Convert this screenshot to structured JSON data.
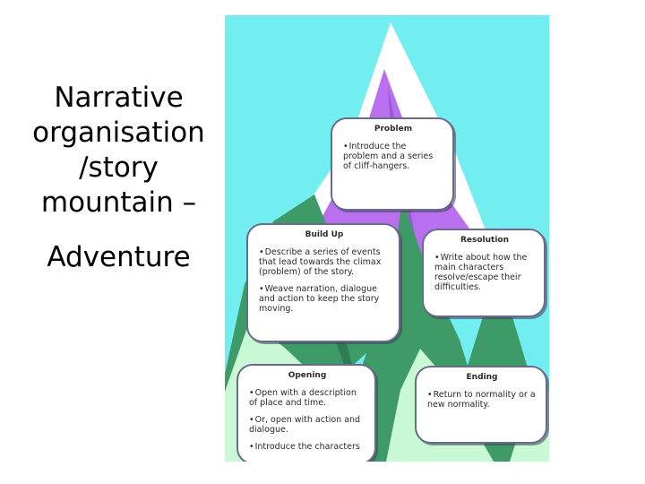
{
  "title": {
    "line1": "Narrative",
    "line2": "organisation",
    "line3": "/story",
    "line4": "mountain –",
    "line5": "Adventure"
  },
  "colors": {
    "sky": "#73eef0",
    "snow": "#ffffff",
    "purple": "#b86ff0",
    "green": "#3e9a66",
    "mint": "#c8f8d4",
    "card_border": "#6a6a8a"
  },
  "stages": {
    "problem": {
      "heading": "Problem",
      "points": [
        "Introduce the problem and a series of cliff-hangers."
      ]
    },
    "build_up": {
      "heading": "Build Up",
      "points": [
        "Describe a series of events that lead towards the climax (problem) of the story.",
        "Weave narration, dialogue and action to keep the story moving."
      ]
    },
    "resolution": {
      "heading": "Resolution",
      "points": [
        "Write about how the main characters resolve/escape their difficulties."
      ]
    },
    "opening": {
      "heading": "Opening",
      "points": [
        "Open with a description of place and time.",
        "Or, open with action and dialogue.",
        "Introduce the characters"
      ]
    },
    "ending": {
      "heading": "Ending",
      "points": [
        "Return to normality or a new normality."
      ]
    }
  }
}
